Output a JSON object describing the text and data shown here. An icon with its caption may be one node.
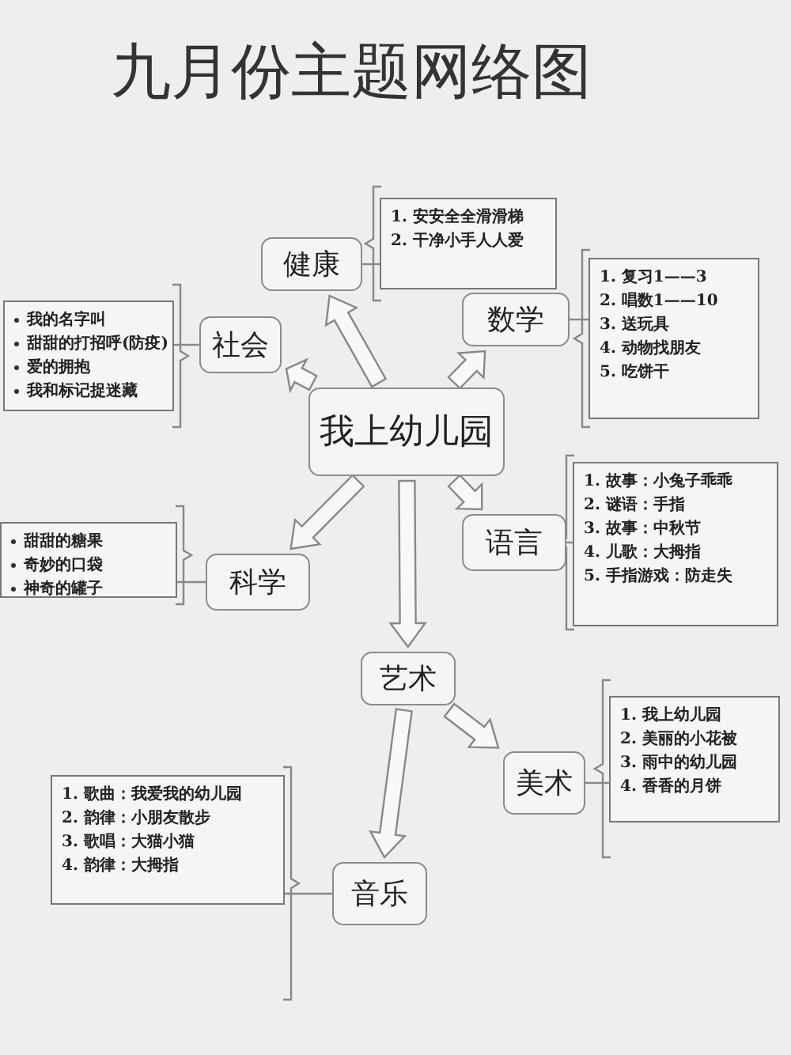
{
  "diagram": {
    "title": "九月份主题网络图",
    "nodes": [
      {
        "text": [
          "健康"
        ]
      },
      {
        "text": [
          "1. 安安全全滑滑梯",
          "2. 干净小手人人爱"
        ]
      },
      {
        "text": [
          "我的名字叫",
          "甜甜的打招呼(防疫)",
          "爱的拥抱",
          "我和标记捉迷藏"
        ]
      },
      {
        "text": [
          "社会"
        ]
      },
      {
        "text": [
          "数学"
        ]
      },
      {
        "text": [
          "1. 复习1——3",
          "2. 唱数1——10",
          "3. 送玩具",
          "4. 动物找朋友",
          "5. 吃饼干"
        ]
      },
      {
        "text": [
          "我上幼儿园"
        ]
      },
      {
        "text": [
          "1. 故事：小兔子乖乖",
          "2. 谜语：手指",
          "3. 故事：中秋节",
          "4. 儿歌：大拇指",
          "5. 手指游戏：防走失"
        ]
      },
      {
        "text": [
          "甜甜的糖果",
          "奇妙的口袋",
          "神奇的罐子"
        ]
      },
      {
        "text": [
          "科学"
        ]
      },
      {
        "text": [
          "语言"
        ]
      },
      {
        "text": [
          "艺术"
        ]
      },
      {
        "text": [
          "1. 我上幼儿园",
          "2. 美丽的小花被",
          "3. 雨中的幼儿园",
          "4. 香香的月饼"
        ]
      },
      {
        "text": [
          "美术"
        ]
      },
      {
        "text": [
          "1. 歌曲：我爱我的幼儿园",
          "2. 韵律：小朋友散步",
          "3. 歌唱：大猫小猫",
          "4. 韵律：大拇指"
        ]
      },
      {
        "text": [
          "音乐"
        ]
      }
    ],
    "edges": [
      {
        "from": 6,
        "to": 0,
        "arrow": "to"
      },
      {
        "from": 6,
        "to": 4,
        "arrow": "to"
      },
      {
        "from": 6,
        "to": 3,
        "arrow": "to"
      },
      {
        "from": 6,
        "to": 10,
        "arrow": "to"
      },
      {
        "from": 6,
        "to": 9,
        "arrow": "to"
      },
      {
        "from": 6,
        "to": 11,
        "arrow": "to"
      },
      {
        "from": 11,
        "to": 15,
        "arrow": "to"
      },
      {
        "from": 11,
        "to": 13,
        "arrow": "to"
      },
      {
        "from": 0,
        "to": 1,
        "arrow": "none"
      },
      {
        "from": 3,
        "to": 2,
        "arrow": "none"
      },
      {
        "from": 4,
        "to": 5,
        "arrow": "none"
      },
      {
        "from": 10,
        "to": 7,
        "arrow": "none"
      },
      {
        "from": 9,
        "to": 8,
        "arrow": "none"
      },
      {
        "from": 13,
        "to": 12,
        "arrow": "none"
      },
      {
        "from": 15,
        "to": 14,
        "arrow": "none"
      }
    ]
  }
}
